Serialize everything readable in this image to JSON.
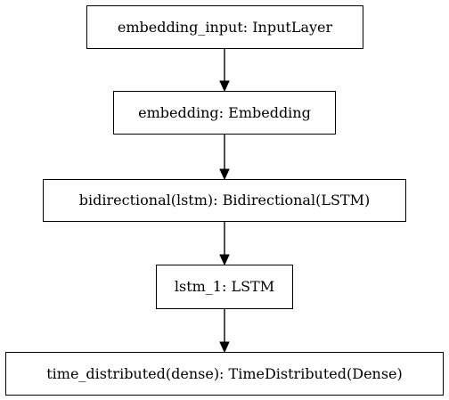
{
  "diagram": {
    "nodes": [
      {
        "id": "embedding_input",
        "label": "embedding_input: InputLayer"
      },
      {
        "id": "embedding",
        "label": "embedding: Embedding"
      },
      {
        "id": "bidirectional",
        "label": "bidirectional(lstm): Bidirectional(LSTM)"
      },
      {
        "id": "lstm_1",
        "label": "lstm_1: LSTM"
      },
      {
        "id": "time_distributed",
        "label": "time_distributed(dense): TimeDistributed(Dense)"
      }
    ],
    "edges": [
      {
        "from": "embedding_input",
        "to": "embedding"
      },
      {
        "from": "embedding",
        "to": "bidirectional"
      },
      {
        "from": "bidirectional",
        "to": "lstm_1"
      },
      {
        "from": "lstm_1",
        "to": "time_distributed"
      }
    ]
  }
}
